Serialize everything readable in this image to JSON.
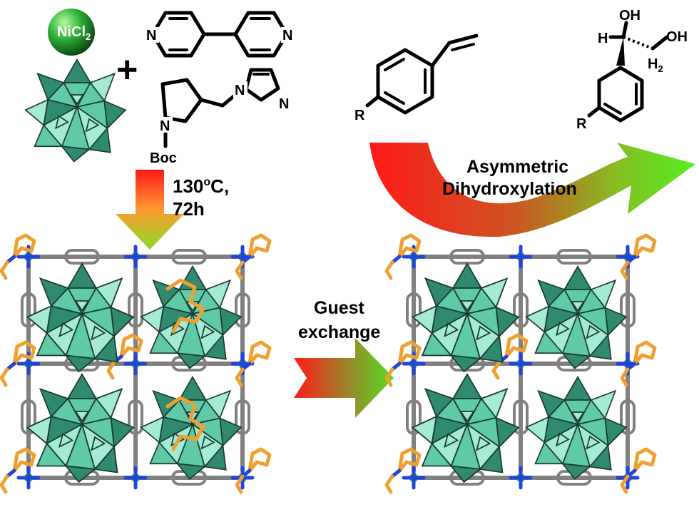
{
  "reagent_nicl2": "NiCl",
  "reagent_nicl2_sub": "2",
  "atom_n": "N",
  "atom_boc": "Boc",
  "atom_r": "R",
  "atom_oh": "OH",
  "atom_h": "H",
  "atom_h2": "H",
  "atom_h2_sub": "2",
  "plus_sign": "+",
  "condition_temp": "130",
  "condition_temp_sup": "o",
  "condition_temp_unit": "C,",
  "condition_time": "72h",
  "step_guest_line1": "Guest",
  "step_guest_line2": "exchange",
  "step_asym_line1": "Asymmetric",
  "step_asym_line2": "Dihydroxylation",
  "colors": {
    "arrow_start": "#ff1a1a",
    "arrow_mid": "#ff9933",
    "arrow_end": "#55dd22",
    "polyoxometalate": "#5fc9a8",
    "framework_rod": "#808080",
    "ligand_orange": "#f0a030",
    "ligand_blue": "#2244dd",
    "nickel_node": "#22aa22"
  }
}
